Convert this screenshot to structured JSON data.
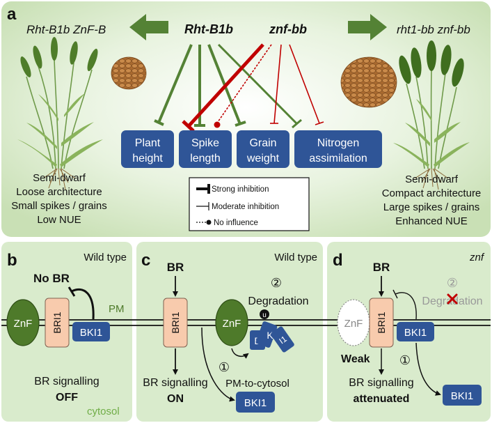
{
  "panel_a": {
    "letter": "a",
    "left_genotype": "Rht-B1b ZnF-B",
    "right_genotype": "rht1-bb znf-bb",
    "gene_rht": "Rht-B1b",
    "gene_znf": "znf-bb",
    "traits": {
      "plant_height": [
        "Plant",
        "height"
      ],
      "spike_length": [
        "Spike",
        "length"
      ],
      "grain_weight": [
        "Grain",
        "weight"
      ],
      "nitrogen": [
        "Nitrogen",
        "assimilation"
      ]
    },
    "left_phenotype": [
      "Semi-dwarf",
      "Loose architecture",
      "Small spikes / grains",
      "Low NUE"
    ],
    "right_phenotype": [
      "Semi-dwarf",
      "Compact architecture",
      "Large spikes / grains",
      "Enhanced NUE"
    ],
    "legend": {
      "strong": "Strong inhibition",
      "moderate": "Moderate inhibition",
      "none": "No influence"
    }
  },
  "panel_b": {
    "letter": "b",
    "condition": "Wild type",
    "no_br": "No BR",
    "pm": "PM",
    "znf": "ZnF",
    "bri1": "BRI1",
    "bki1": "BKI1",
    "signal_line1": "BR signalling",
    "signal_line2": "OFF",
    "cytosol": "cytosol"
  },
  "panel_c": {
    "letter": "c",
    "condition": "Wild type",
    "br": "BR",
    "bri1": "BRI1",
    "znf": "ZnF",
    "num2": "②",
    "degradation": "Degradation",
    "ub": "u",
    "frag_b": "B",
    "frag_k": "K",
    "frag_i1": "I1",
    "signal_line1": "BR signalling",
    "signal_line2": "ON",
    "num1": "①",
    "translocation": "PM-to-cytosol",
    "bki1": "BKI1"
  },
  "panel_d": {
    "letter": "d",
    "condition": "znf",
    "br": "BR",
    "znf": "ZnF",
    "bri1": "BRI1",
    "bki1_pm": "BKI1",
    "num2": "②",
    "degradation": "Degradation",
    "weak": "Weak",
    "num1": "①",
    "signal_line1": "BR signalling",
    "signal_line2": "attenuated",
    "bki1_cyto": "BKI1"
  },
  "colors": {
    "panel_bg": "#d9ebcc",
    "trait_box": "#2f5597",
    "rht_green": "#548235",
    "znf_red": "#c00000",
    "bri1_fill": "#f8cbad",
    "znf_fill": "#4e7a2a",
    "cytosol_text": "#70ad47",
    "grain": "#b5793c"
  }
}
